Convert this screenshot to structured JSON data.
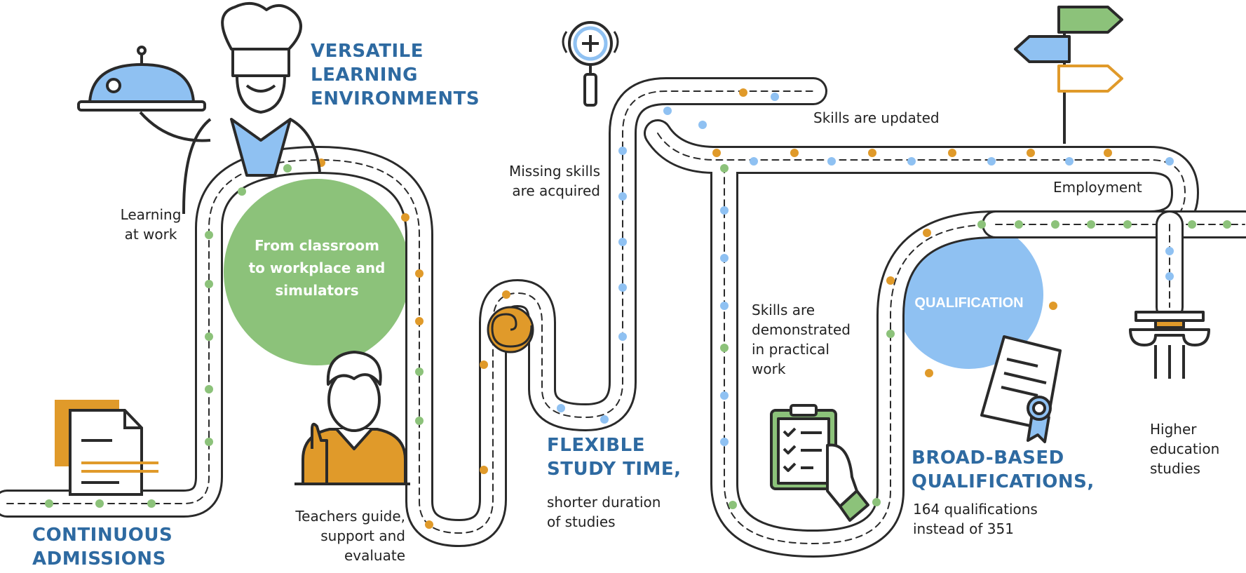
{
  "colors": {
    "blue": "#8fc1f2",
    "green": "#8cc27a",
    "orange": "#e09a2a",
    "heading": "#2e6aa1",
    "ink": "#222222"
  },
  "icons": [
    "chef-icon",
    "cloche-icon",
    "document-icon",
    "teacher-thumbs-up-icon",
    "spiral-icon",
    "magnifier-icon",
    "clipboard-checklist-icon",
    "certificate-icon",
    "signpost-icon",
    "column-icon"
  ],
  "headings": {
    "versatile": [
      "VERSATILE",
      "LEARNING",
      "ENVIRONMENTS"
    ],
    "continuous": [
      "CONTINUOUS",
      "ADMISSIONS"
    ],
    "flexible": [
      "FLEXIBLE",
      "STUDY TIME,"
    ],
    "broad": [
      "BROAD-BASED",
      "QUALIFICATIONS,"
    ]
  },
  "labels": {
    "learning_at_work": [
      "Learning",
      "at work"
    ],
    "classroom": [
      "From classroom",
      "to workplace and",
      "simulators"
    ],
    "teachers": [
      "Teachers guide,",
      "support and",
      "evaluate"
    ],
    "flexible_sub": [
      "shorter duration",
      "of studies"
    ],
    "missing": [
      "Missing skills",
      "are acquired"
    ],
    "updated": "Skills are updated",
    "employment": "Employment",
    "demonstrated": [
      "Skills are",
      "demonstrated",
      "in practical",
      "work"
    ],
    "qualification": "QUALIFICATION",
    "broad_sub": [
      "164 qualifications",
      "instead of 351"
    ],
    "higher": [
      "Higher",
      "education",
      "studies"
    ]
  }
}
